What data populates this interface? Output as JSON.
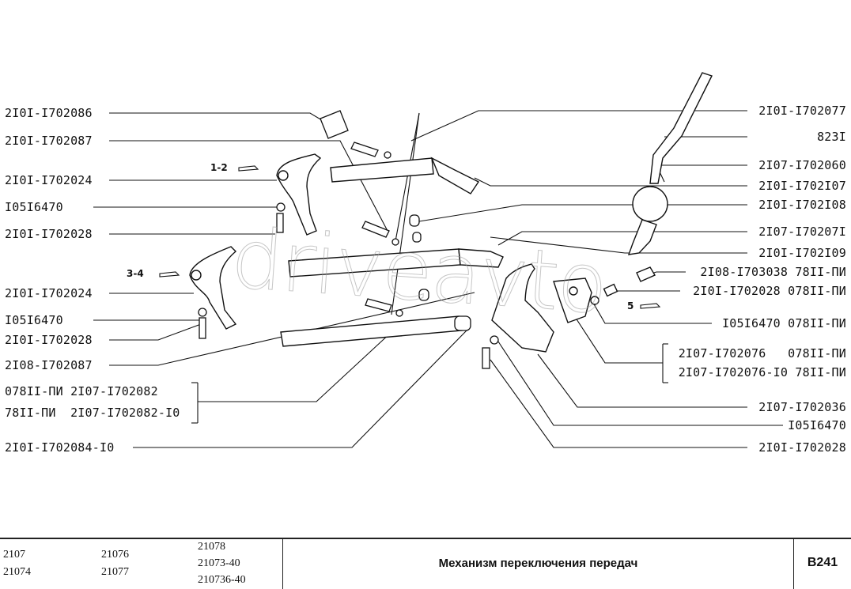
{
  "watermark": "driveavto",
  "labels_left": [
    "2I0I-I702086",
    "2I0I-I702087",
    "2I0I-I702024",
    "I05I6470",
    "2I0I-I702028",
    "2I0I-I702024",
    "I05I6470",
    "2I0I-I702028",
    "2I08-I702087",
    "078II-ПИ 2I07-I702082",
    "78II-ПИ  2I07-I702082-I0",
    "2I0I-I702084-I0"
  ],
  "labels_right": [
    "2I0I-I702077",
    "823I",
    "2I07-I702060",
    "2I0I-I702I07",
    "2I0I-I702I08",
    "2I07-I70207I",
    "2I0I-I702I09",
    "2I08-I703038 78II-ПИ",
    "2I0I-I702028 078II-ПИ",
    "I05I6470 078II-ПИ",
    "2I07-I702076   078II-ПИ",
    "2I07-I702076-I0 78II-ПИ",
    "2I07-I702036",
    "I05I6470",
    "2I0I-I702028"
  ],
  "gears": [
    "1-2",
    "3-4",
    "5"
  ],
  "footer": {
    "models_col1": [
      "2107",
      "21074"
    ],
    "models_col2": [
      "21076",
      "21077"
    ],
    "models_col3": [
      "21078",
      "21073-40",
      "210736-40"
    ],
    "title": "Механизм переключения передач",
    "code": "В241"
  }
}
